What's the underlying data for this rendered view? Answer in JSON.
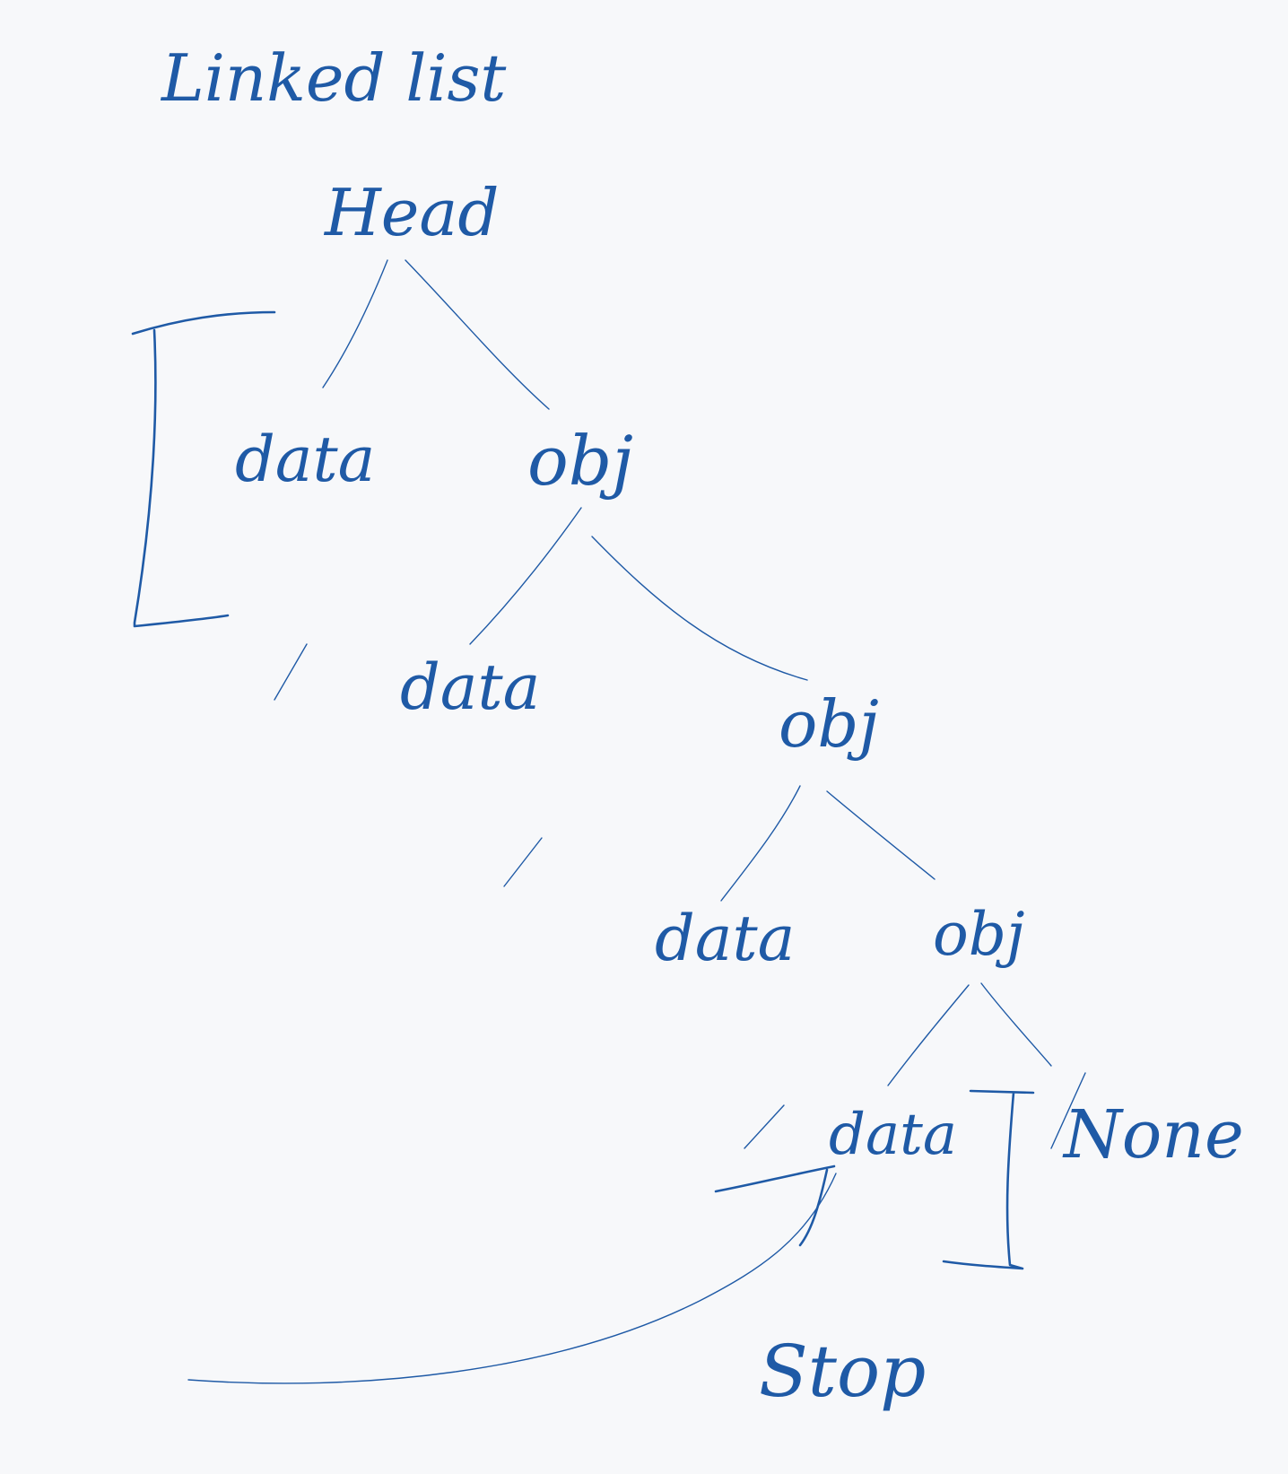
{
  "title": "Linked list",
  "nodes": {
    "head": "Head",
    "data_1": "data",
    "obj_1": "obj",
    "data_2": "data",
    "obj_2": "obj",
    "data_3": "data",
    "obj_3": "obj",
    "data_4": "data",
    "none": "None",
    "stop": "Stop"
  },
  "ink_color": "#1f5aa6",
  "background_color": "#f7f8fa"
}
